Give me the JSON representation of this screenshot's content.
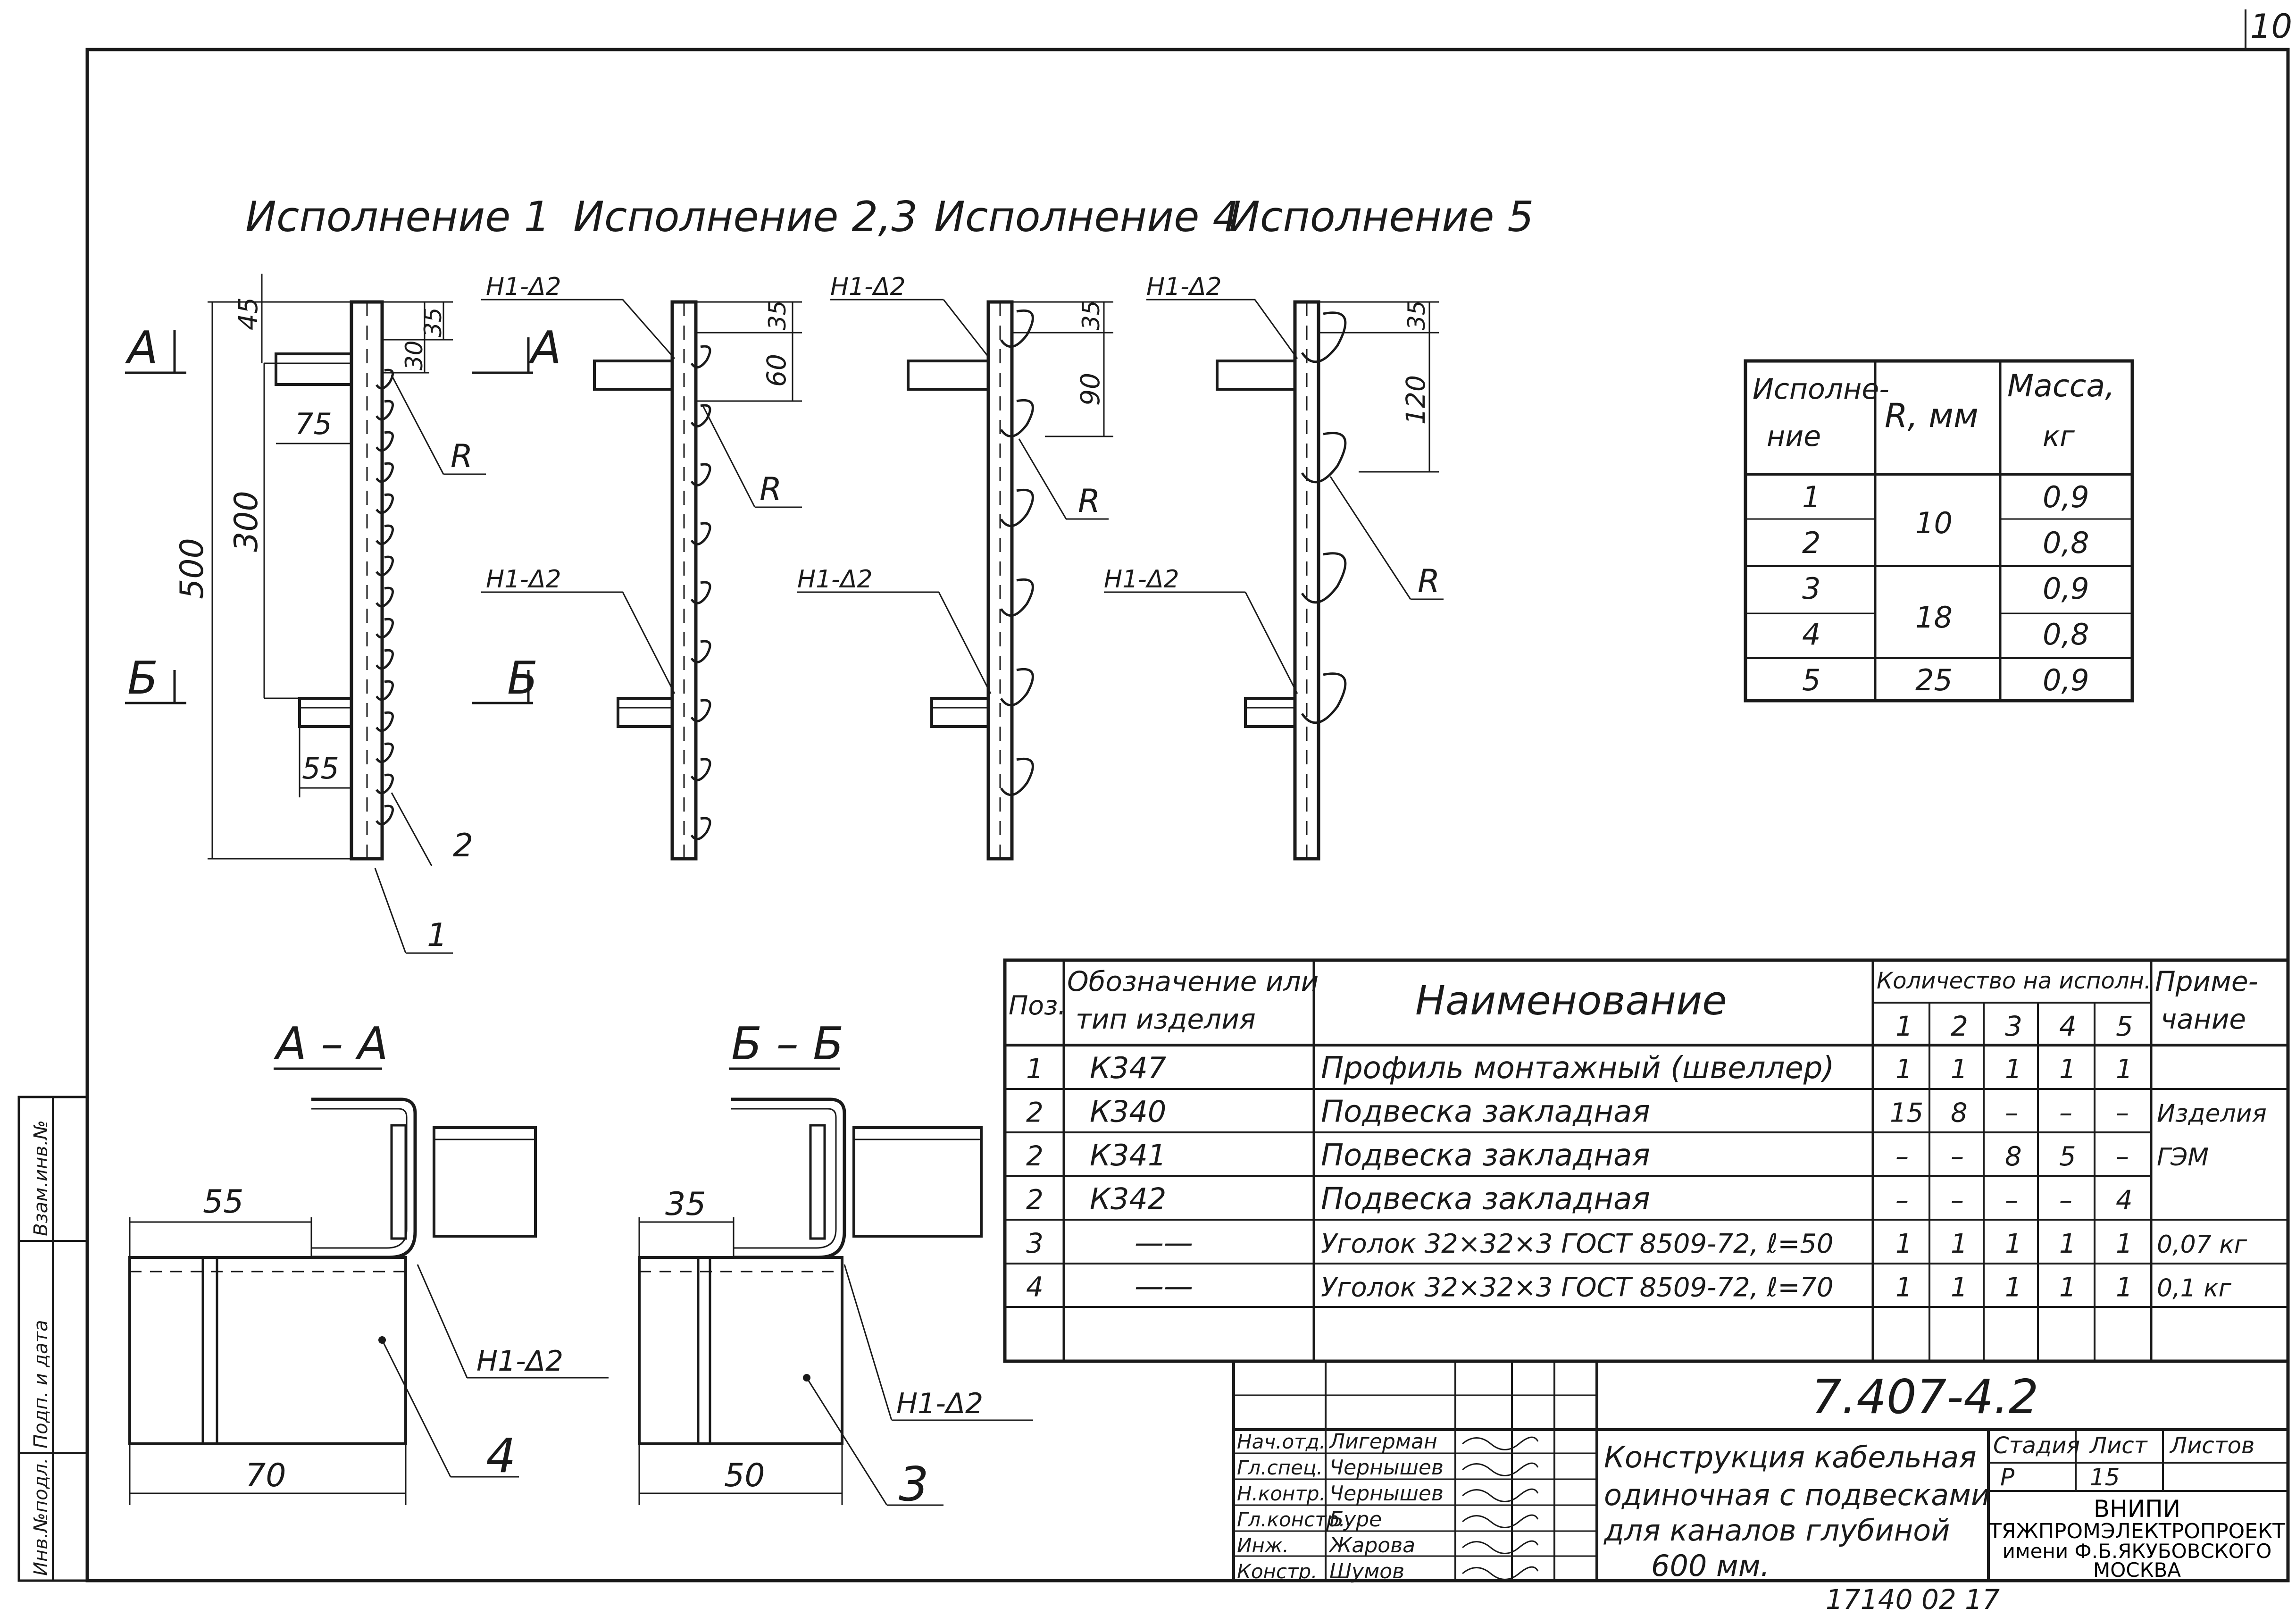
{
  "sheet_corner_number": "10",
  "variants": [
    {
      "title": "Исполнение 1"
    },
    {
      "title": "Исполнение 2,3"
    },
    {
      "title": "Исполнение 4"
    },
    {
      "title": "Исполнение 5"
    }
  ],
  "section_marks": {
    "a": "А",
    "b": "Б",
    "aa": "А – А",
    "bb": "Б – Б"
  },
  "weld_mark": "Н1-Δ2",
  "radius_mark": "R",
  "dims": {
    "v1_45": "45",
    "v1_35": "35",
    "v1_30": "30",
    "v1_75": "75",
    "v1_300": "300",
    "v1_500": "500",
    "v1_55": "55",
    "v2_35": "35",
    "v2_60": "60",
    "v4_35": "35",
    "v4_90": "90",
    "v5_35": "35",
    "v5_120": "120",
    "aa_55": "55",
    "aa_70": "70",
    "bb_35": "35",
    "bb_50": "50"
  },
  "leaders": {
    "p1": "1",
    "p2": "2",
    "p3": "3",
    "p4": "4"
  },
  "mass_table": {
    "headers": [
      "Исполне-\nние",
      "R, мм",
      "Масса, кг"
    ],
    "h1a": "Исполне-",
    "h1b": "ние",
    "h2": "R, мм",
    "h3a": "Масса,",
    "h3b": "кг",
    "rows": [
      {
        "n": "1",
        "r": "",
        "m": "0,9"
      },
      {
        "n": "2",
        "r": "10",
        "m": "0,8"
      },
      {
        "n": "3",
        "r": "",
        "m": "0,9"
      },
      {
        "n": "4",
        "r": "18",
        "m": "0,8"
      },
      {
        "n": "5",
        "r": "25",
        "m": "0,9"
      }
    ]
  },
  "spec": {
    "h_pos": "Поз.",
    "h_des_a": "Обозначение или",
    "h_des_b": "тип изделия",
    "h_name": "Наименование",
    "h_qty": "Количество на исполн.",
    "h_cols": [
      "1",
      "2",
      "3",
      "4",
      "5"
    ],
    "h_note_a": "Приме-",
    "h_note_b": "чание",
    "rows": [
      {
        "pos": "1",
        "des": "К347",
        "name": "Профиль монтажный (швеллер)",
        "q": [
          "1",
          "1",
          "1",
          "1",
          "1"
        ],
        "note": ""
      },
      {
        "pos": "2",
        "des": "К340",
        "name": "Подвеска закладная",
        "q": [
          "15",
          "8",
          "–",
          "–",
          "–"
        ],
        "note": "Изделия"
      },
      {
        "pos": "2",
        "des": "К341",
        "name": "Подвеска закладная",
        "q": [
          "–",
          "–",
          "8",
          "5",
          "–"
        ],
        "note": "ГЭМ"
      },
      {
        "pos": "2",
        "des": "К342",
        "name": "Подвеска закладная",
        "q": [
          "–",
          "–",
          "–",
          "–",
          "4"
        ],
        "note": ""
      },
      {
        "pos": "3",
        "des": "——",
        "name": "Уголок 32×32×3 ГОСТ 8509-72, ℓ=50",
        "q": [
          "1",
          "1",
          "1",
          "1",
          "1"
        ],
        "note": "0,07 кг"
      },
      {
        "pos": "4",
        "des": "——",
        "name": "Уголок 32×32×3 ГОСТ 8509-72, ℓ=70",
        "q": [
          "1",
          "1",
          "1",
          "1",
          "1"
        ],
        "note": "0,1 кг"
      }
    ]
  },
  "title_block": {
    "doc_number": "7.407-4.2",
    "roles": [
      {
        "role": "Нач.отд.",
        "name": "Лигерман"
      },
      {
        "role": "Гл.спец.",
        "name": "Чернышев"
      },
      {
        "role": "Н.контр.",
        "name": "Чернышев"
      },
      {
        "role": "Гл.констр.",
        "name": "Буре"
      },
      {
        "role": "Инж.",
        "name": "Жарова"
      },
      {
        "role": "Констр.",
        "name": "Шумов"
      }
    ],
    "title_lines": [
      "Конструкция кабельная",
      "одиночная с подвесками",
      "для каналов глубиной",
      "600 мм."
    ],
    "stage_label": "Стадия",
    "sheet_label": "Лист",
    "sheets_label": "Листов",
    "stage": "Р",
    "sheet": "15",
    "sheets": "",
    "org_lines": [
      "ВНИПИ",
      "ТЯЖПРОМЭЛЕКТРОПРОЕКТ",
      "имени Ф.Б.ЯКУБОВСКОГО",
      "МОСКВА"
    ]
  },
  "side_stamp": [
    "Инв.№подл.",
    "Подп. и дата",
    "Взам.инв.№"
  ],
  "bottom_number": "17140 02 17"
}
